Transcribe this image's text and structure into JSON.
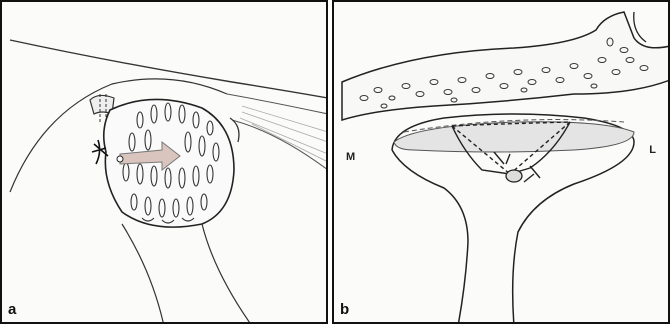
{
  "figure": {
    "panels": [
      {
        "id": "a",
        "letter": "a"
      },
      {
        "id": "b",
        "letter": "b",
        "left_label": "M",
        "right_label": "L"
      }
    ],
    "colors": {
      "line": "#222222",
      "background": "#fbfbfa",
      "arrow": "#d9c5bd",
      "shade": "#e4e4e4"
    }
  }
}
